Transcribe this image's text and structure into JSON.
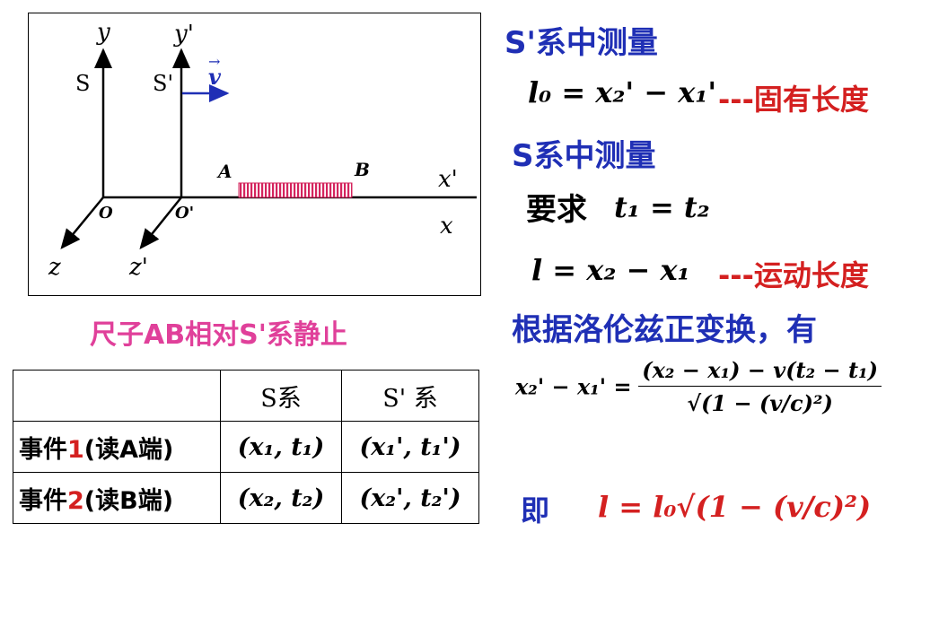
{
  "diagram": {
    "label_y": "y",
    "label_y_prime": "y'",
    "label_s": "S",
    "label_s_prime": "S'",
    "label_v": "v",
    "label_a": "A",
    "label_b": "B",
    "label_x_prime": "x'",
    "label_x": "x",
    "label_o": "O",
    "label_o_prime": "O'",
    "label_z": "z",
    "label_z_prime": "z'",
    "colors": {
      "rod": "#d4245e",
      "velocity": "#1f2fb5"
    }
  },
  "caption": "尺子AB相对S'系静止",
  "table": {
    "header": [
      "",
      "S系",
      "S' 系"
    ],
    "rows": [
      {
        "event_prefix": "事件",
        "event_num": "1",
        "event_suffix": "(读A端)",
        "s": "(x₁, t₁)",
        "s_prime": "(x₁', t₁')"
      },
      {
        "event_prefix": "事件",
        "event_num": "2",
        "event_suffix": "(读B端)",
        "s": "(x₂, t₂)",
        "s_prime": "(x₂', t₂')"
      }
    ]
  },
  "right": {
    "heading1": "S'系中测量",
    "eq1": "l₀ = x₂' − x₁'",
    "note1": "---固有长度",
    "heading2": "S系中测量",
    "require_label": "要求",
    "require_eq": "t₁ = t₂",
    "eq2": "l = x₂ − x₁",
    "note2": "---运动长度",
    "heading3": "根据洛伦兹正变换，有",
    "lorentz_lhs": "x₂' − x₁' =",
    "lorentz_num": "(x₂ − x₁) − v(t₂ − t₁)",
    "lorentz_den": "√(1 − (v/c)²)",
    "conclusion_label": "即",
    "conclusion_eq": "l = l₀√(1 − (v/c)²)"
  }
}
